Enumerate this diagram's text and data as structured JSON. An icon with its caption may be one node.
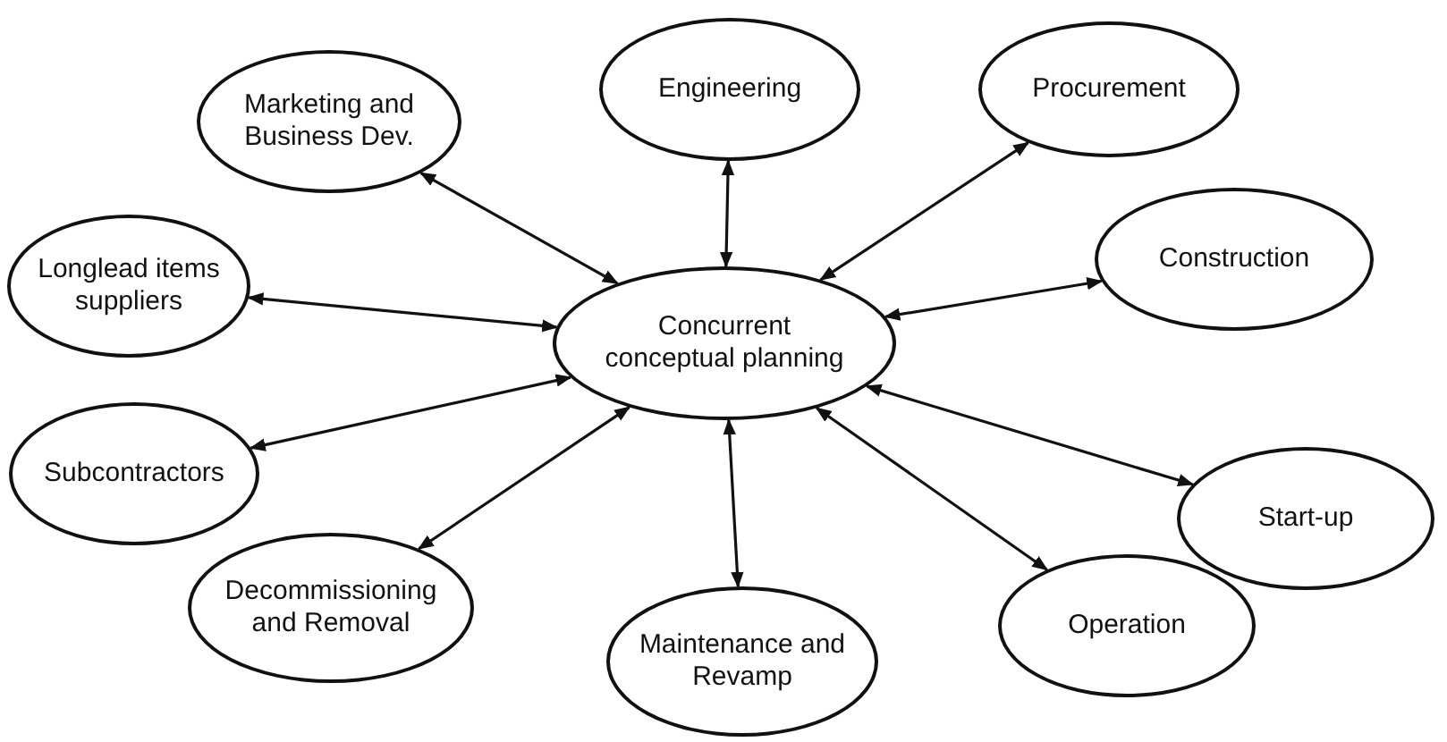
{
  "diagram": {
    "nodes": [
      {
        "text": [
          "Marketing and Business Dev."
        ]
      },
      {
        "text": [
          "Engineering"
        ]
      },
      {
        "text": [
          "Procurement"
        ]
      },
      {
        "text": [
          "Longlead items suppliers"
        ]
      },
      {
        "text": [
          "Construction"
        ]
      },
      {
        "text": [
          "Concurrent conceptual planning"
        ]
      },
      {
        "text": [
          "Subcontractors"
        ]
      },
      {
        "text": [
          "Start-up"
        ]
      },
      {
        "text": [
          "Decommissioning and Removal"
        ]
      },
      {
        "text": [
          "Operation"
        ]
      },
      {
        "text": [
          "Maintenance and Revamp"
        ]
      }
    ],
    "edges": [
      {
        "from": 5,
        "to": 0,
        "arrow": "both"
      },
      {
        "from": 5,
        "to": 1,
        "arrow": "both"
      },
      {
        "from": 5,
        "to": 2,
        "arrow": "both"
      },
      {
        "from": 5,
        "to": 3,
        "arrow": "both"
      },
      {
        "from": 5,
        "to": 4,
        "arrow": "both"
      },
      {
        "from": 5,
        "to": 6,
        "arrow": "both"
      },
      {
        "from": 5,
        "to": 7,
        "arrow": "both"
      },
      {
        "from": 5,
        "to": 8,
        "arrow": "both"
      },
      {
        "from": 5,
        "to": 9,
        "arrow": "both"
      },
      {
        "from": 5,
        "to": 10,
        "arrow": "both"
      }
    ]
  }
}
